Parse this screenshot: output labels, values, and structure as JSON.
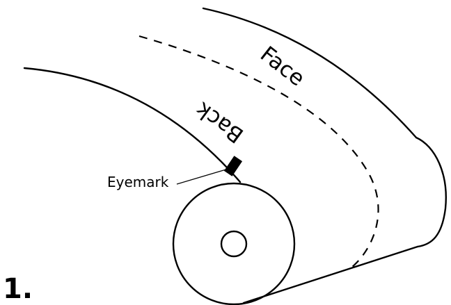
{
  "diagram": {
    "step_number": "1.",
    "labels": {
      "face": "Face",
      "back": "Back",
      "eyemark": "Eyemark"
    },
    "colors": {
      "line": "#000000",
      "background": "#ffffff",
      "eyemark_fill": "#000000"
    }
  }
}
